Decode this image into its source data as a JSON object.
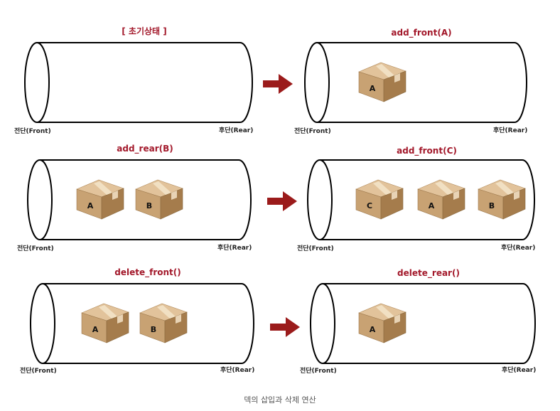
{
  "panels": [
    {
      "title": "[ 초기상태 ]",
      "front_label": "전단(Front)",
      "rear_label": "후단(Rear)",
      "boxes": []
    },
    {
      "title": "add_front(A)",
      "front_label": "전단(Front)",
      "rear_label": "후단(Rear)",
      "boxes": [
        "A"
      ]
    },
    {
      "title": "add_rear(B)",
      "front_label": "전단(Front)",
      "rear_label": "후단(Rear)",
      "boxes": [
        "A",
        "B"
      ]
    },
    {
      "title": "add_front(C)",
      "front_label": "전단(Front)",
      "rear_label": "후단(Rear)",
      "boxes": [
        "C",
        "A",
        "B"
      ]
    },
    {
      "title": "delete_front()",
      "front_label": "전단(Front)",
      "rear_label": "후단(Rear)",
      "boxes": [
        "A",
        "B"
      ]
    },
    {
      "title": "delete_rear()",
      "front_label": "전단(Front)",
      "rear_label": "후단(Rear)",
      "boxes": [
        "A"
      ]
    }
  ],
  "caption": "덱의 삽입과 삭제 연산",
  "colors": {
    "title": "#a3192b",
    "arrow": "#9b1b1b",
    "box_top": "#e2c39b",
    "box_left": "#c8a273",
    "box_right": "#a57c4c",
    "tape": "#f3e3c8"
  }
}
